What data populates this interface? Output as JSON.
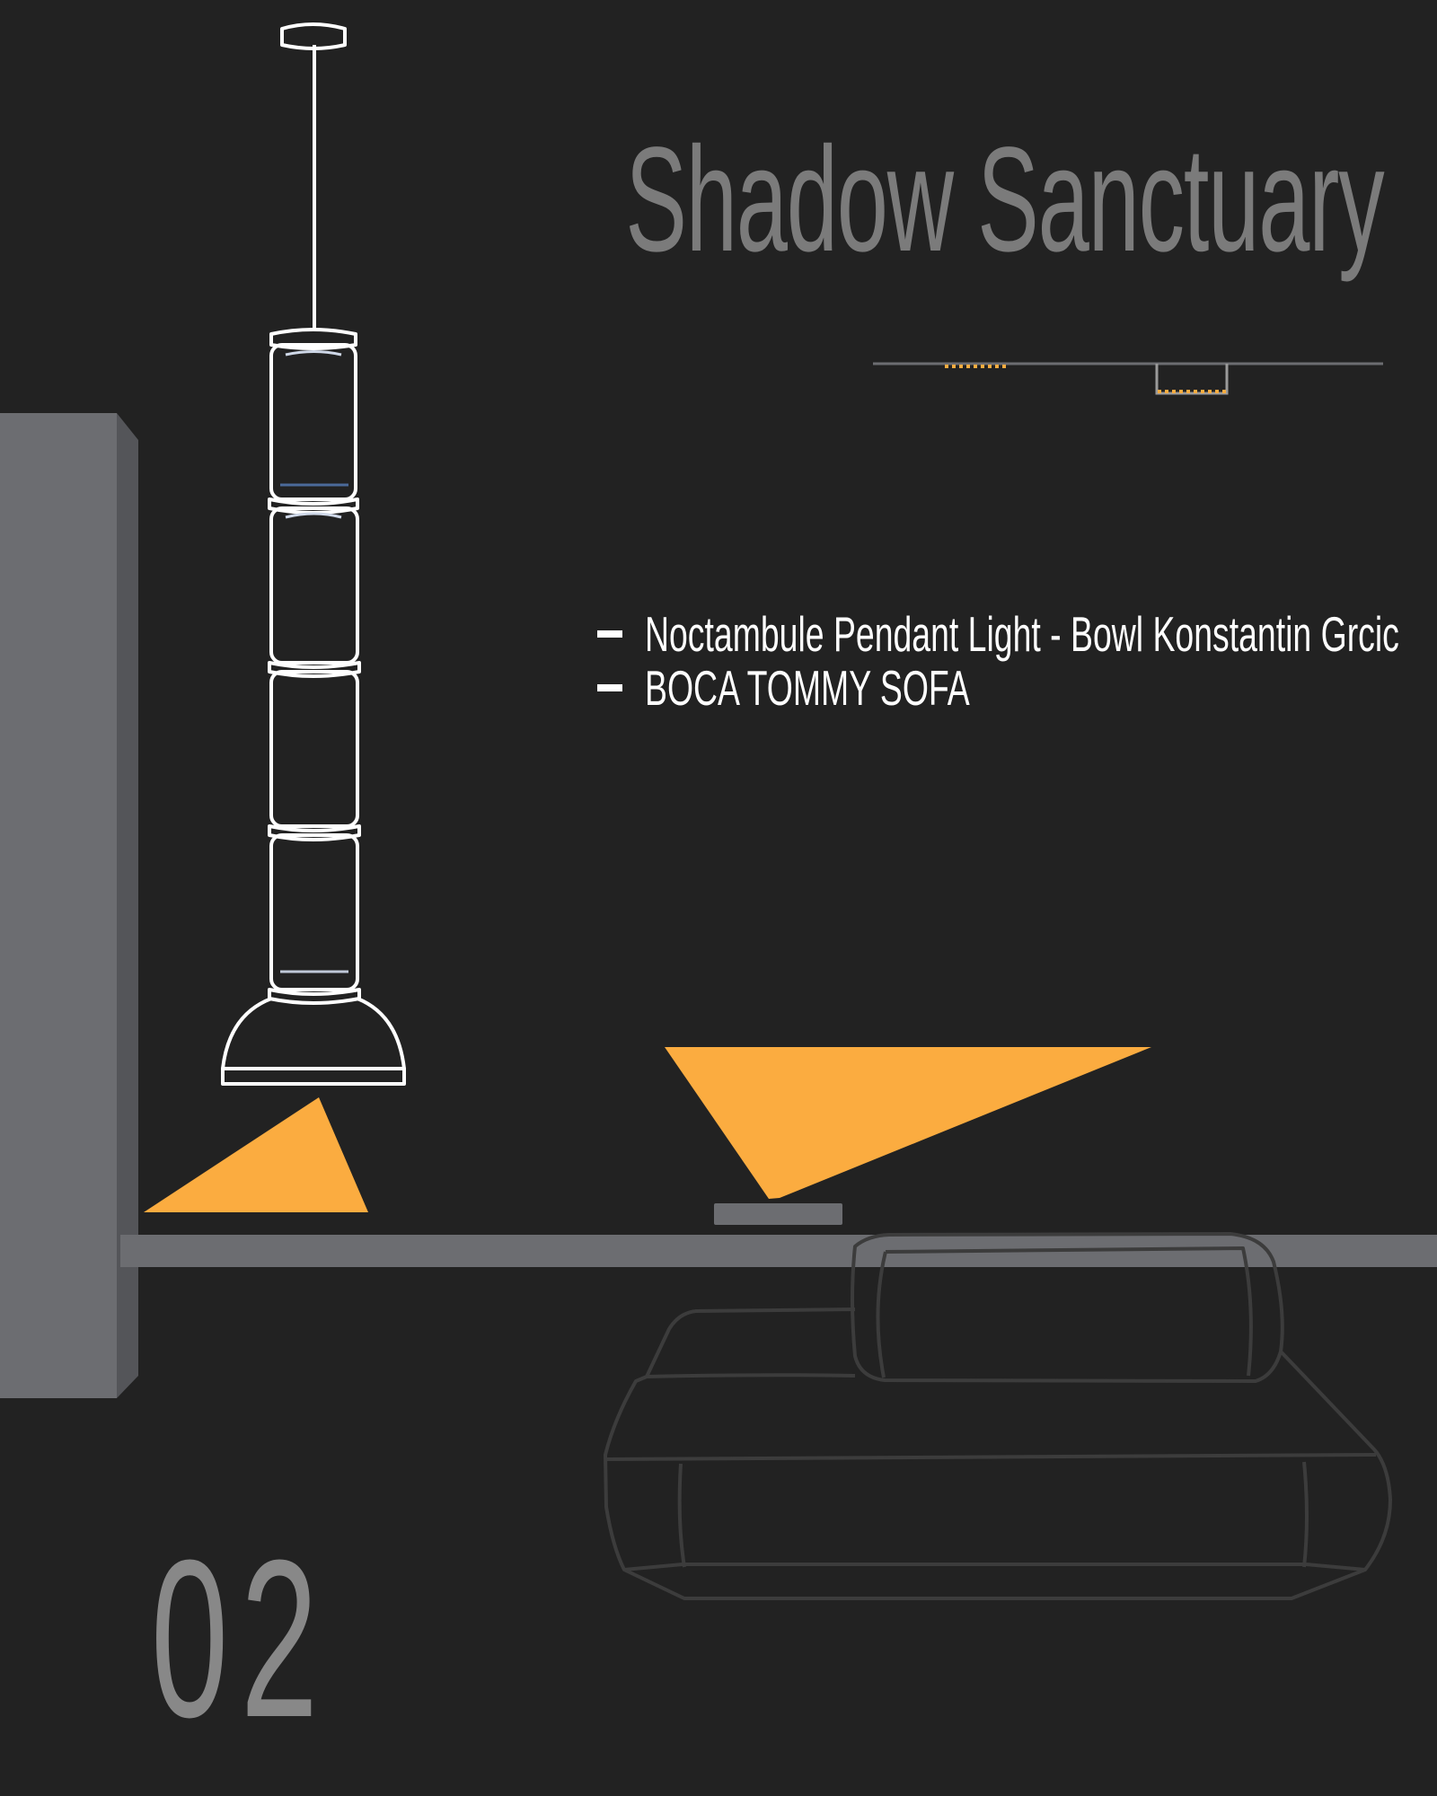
{
  "title": "Shadow Sanctuary",
  "items": [
    "Noctambule Pendant Light - Bowl Konstantin Grcic",
    "BOCA TOMMY SOFA"
  ],
  "page_number": "02",
  "colors": {
    "background": "#222222",
    "wall": "#6c6d71",
    "light_beam": "#fbac40",
    "line_art": "#ffffff",
    "sofa_outline": "#3c3c3c",
    "title": "#7b7b7b"
  },
  "icons": [
    "pendant-lamp-icon",
    "sofa-outline-icon",
    "led-strip-icon"
  ]
}
